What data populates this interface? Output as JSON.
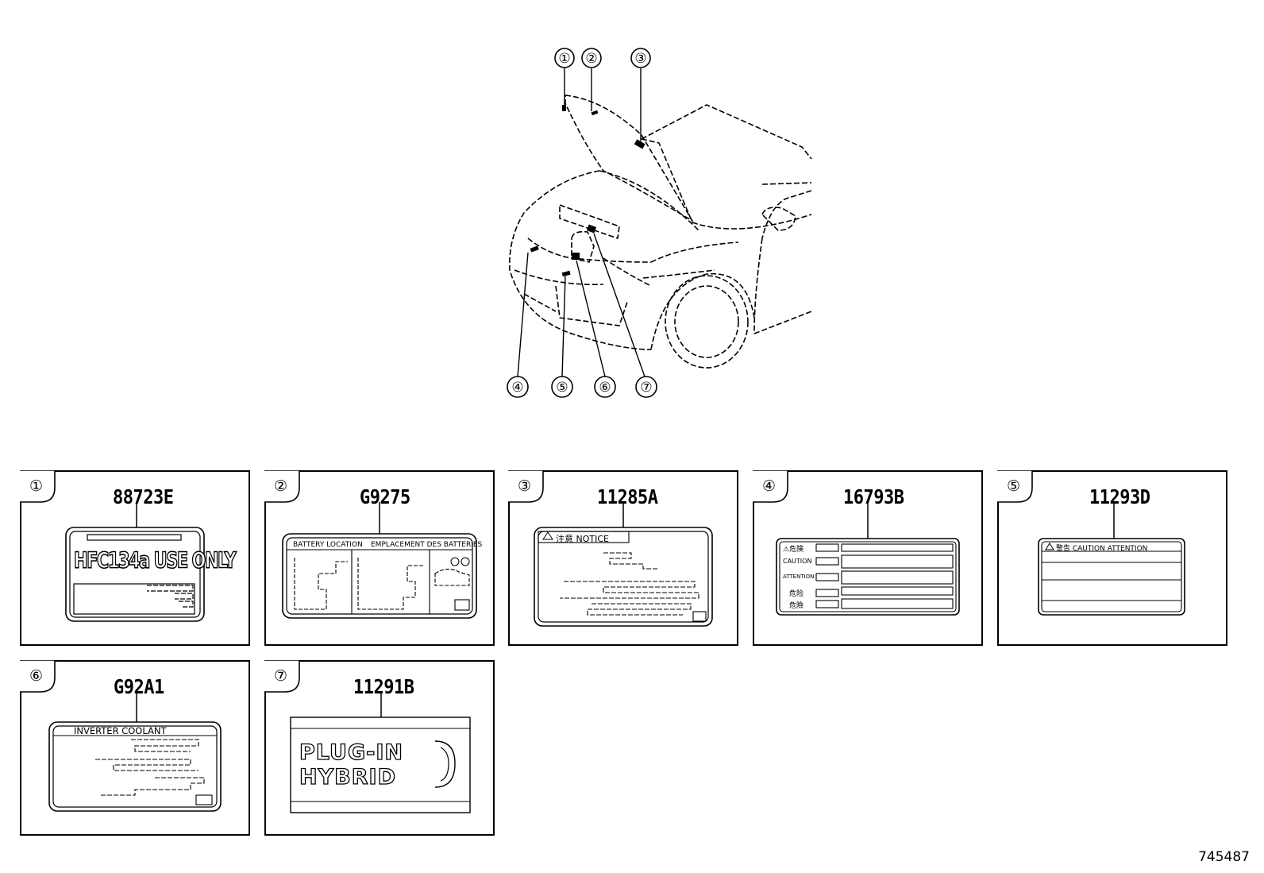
{
  "diagram": {
    "callouts": [
      "①",
      "②",
      "③",
      "④",
      "⑤",
      "⑥",
      "⑦"
    ],
    "code": "745487"
  },
  "panels": [
    {
      "num": "①",
      "part": "88723E",
      "label_text": "HFC134a USE ONLY"
    },
    {
      "num": "②",
      "part": "G9275",
      "label_text_left": "BATTERY LOCATION",
      "label_text_right": "EMPLACEMENT DES BATTERIES"
    },
    {
      "num": "③",
      "part": "11285A",
      "label_text": "注意  NOTICE"
    },
    {
      "num": "④",
      "part": "16793B",
      "rows": [
        "⚠危険",
        "CAUTION",
        "ATTENTION",
        "危险",
        "危險"
      ]
    },
    {
      "num": "⑤",
      "part": "11293D",
      "label_text": "警告  CAUTION  ATTENTION"
    },
    {
      "num": "⑥",
      "part": "G92A1",
      "label_text": "INVERTER COOLANT"
    },
    {
      "num": "⑦",
      "part": "11291B",
      "label_text_1": "PLUG-IN",
      "label_text_2": "HYBRID"
    }
  ]
}
